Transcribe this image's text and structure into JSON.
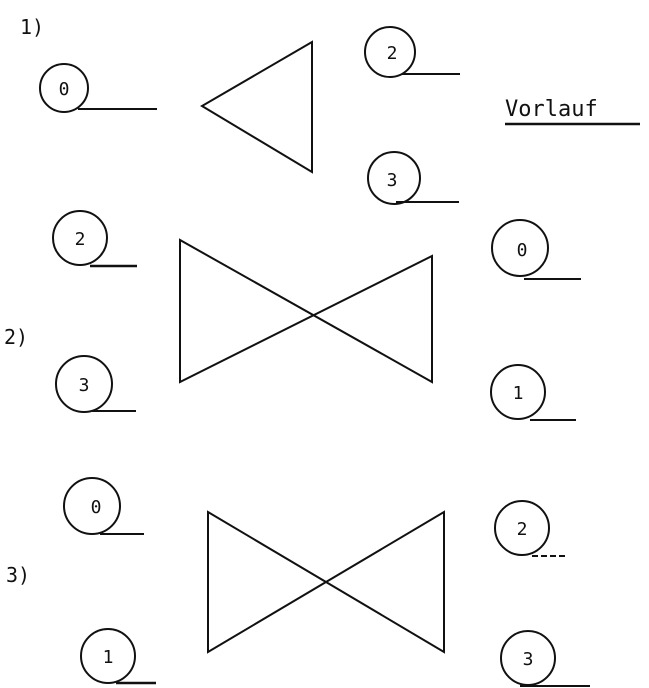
{
  "title": "Vorlauf",
  "colors": {
    "ink": "#111111",
    "background": "#ffffff"
  },
  "figures": [
    {
      "label": "1)",
      "shape": "triangle-left",
      "nodes": [
        "0",
        "2",
        "3"
      ]
    },
    {
      "label": "2)",
      "shape": "bowtie",
      "nodes": [
        "2",
        "3",
        "0",
        "1"
      ]
    },
    {
      "label": "3)",
      "shape": "bowtie",
      "nodes": [
        "0",
        "1",
        "2",
        "3"
      ]
    }
  ]
}
